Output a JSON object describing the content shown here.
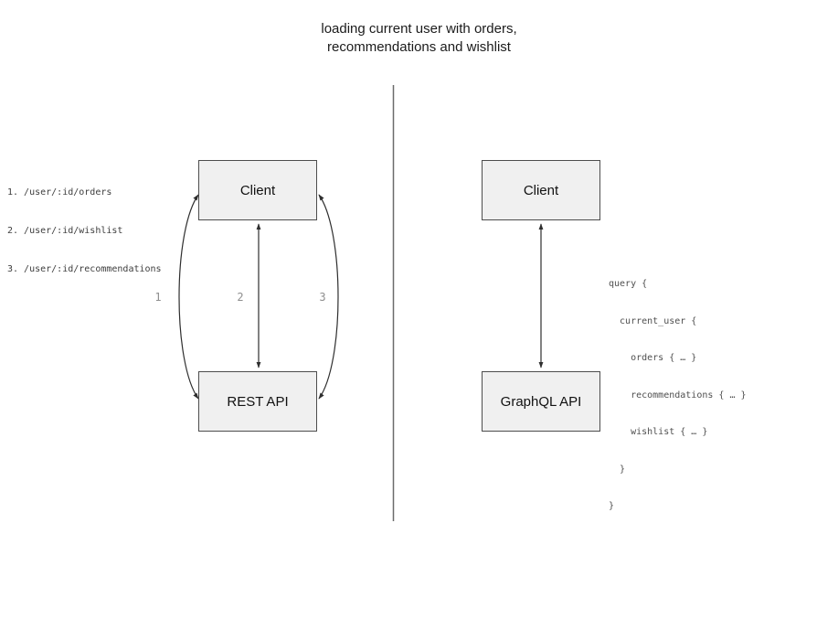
{
  "title": {
    "line1": "loading current user with orders,",
    "line2": "recommendations and wishlist"
  },
  "left_panel": {
    "endpoints": [
      "1. /user/:id/orders",
      "2. /user/:id/wishlist",
      "3. /user/:id/recommendations"
    ],
    "client_label": "Client",
    "api_label": "REST API",
    "arrow_labels": [
      "1",
      "2",
      "3"
    ]
  },
  "right_panel": {
    "client_label": "Client",
    "api_label": "GraphQL API",
    "query_lines": [
      "query {",
      "  current_user {",
      "    orders { … }",
      "    recommendations { … }",
      "    wishlist { … }",
      "  }",
      "}"
    ]
  },
  "colors": {
    "node_fill": "#f0f0f0",
    "node_border": "#4d4d4d",
    "arrow": "#2e2e2e",
    "divider": "#6b6b6b",
    "code_text": "#4f4f4f",
    "label_text": "#8e8e8e"
  }
}
